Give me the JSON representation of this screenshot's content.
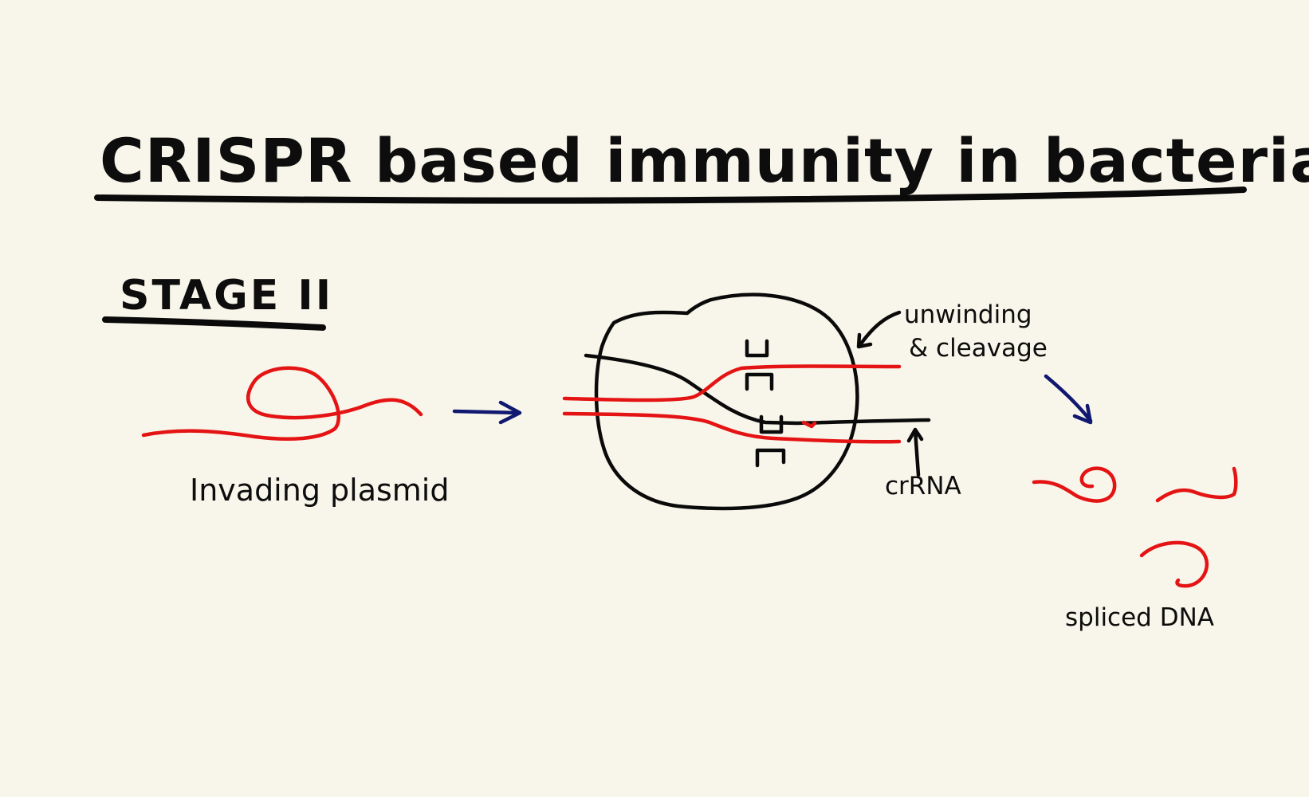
{
  "title": "CRISPR based immunity in bacteria and archaea",
  "stage_label": "STAGE II",
  "labels": {
    "invading_plasmid": "Invading plasmid",
    "unwinding_line1": "unwinding",
    "unwinding_line2": "& cleavage",
    "crrna": "crRNA",
    "spliced_dna": "spliced DNA"
  },
  "colors": {
    "background": "#f8f6ea",
    "ink": "#0a0a0a",
    "dna": "#e41414",
    "arrow": "#101870"
  }
}
